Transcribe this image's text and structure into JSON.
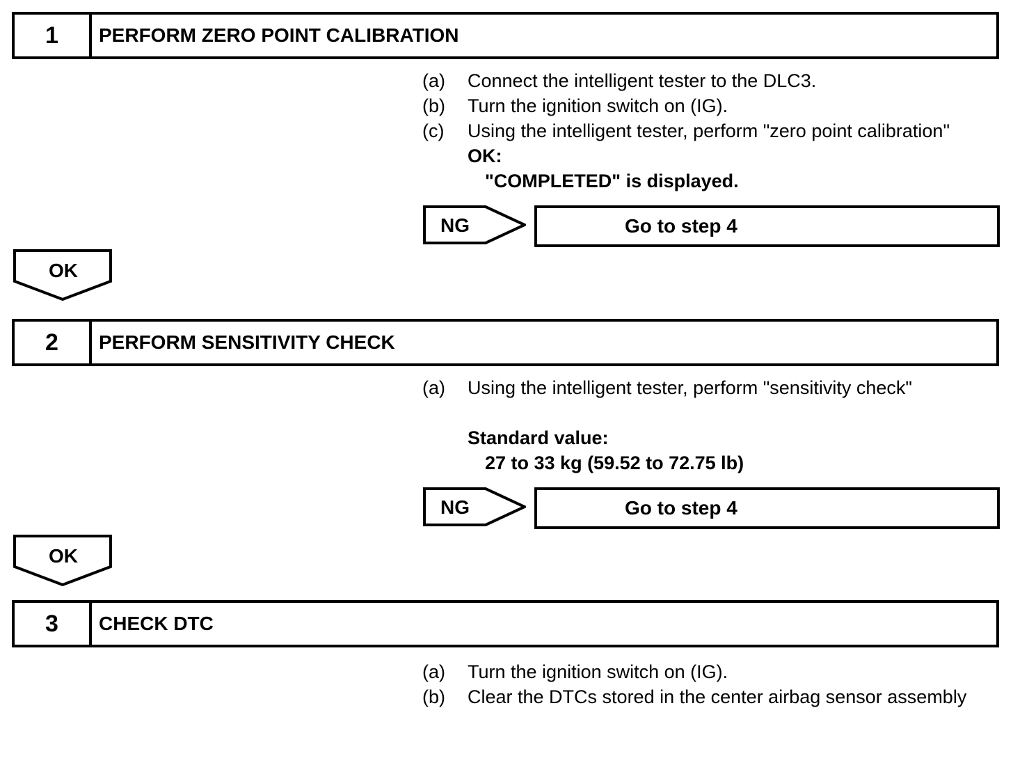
{
  "step1": {
    "number": "1",
    "title": "PERFORM ZERO POINT CALIBRATION",
    "items": [
      {
        "label": "(a)",
        "text": "Connect the intelligent tester to the DLC3."
      },
      {
        "label": "(b)",
        "text": "Turn the ignition switch on (IG)."
      },
      {
        "label": "(c)",
        "text": "Using the intelligent tester, perform \"zero point calibration\""
      }
    ],
    "ok_heading": "OK:",
    "ok_detail": "\"COMPLETED\" is displayed.",
    "ng_label": "NG",
    "ng_action": "Go to step 4",
    "ok_connector_label": "OK"
  },
  "step2": {
    "number": "2",
    "title": "PERFORM SENSITIVITY CHECK",
    "items": [
      {
        "label": "(a)",
        "text": "Using the intelligent tester, perform \"sensitivity check\""
      }
    ],
    "standard_heading": "Standard value:",
    "standard_value": "27 to 33 kg (59.52 to 72.75 lb)",
    "ng_label": "NG",
    "ng_action": "Go to step 4",
    "ok_connector_label": "OK"
  },
  "step3": {
    "number": "3",
    "title": "CHECK DTC",
    "items": [
      {
        "label": "(a)",
        "text": "Turn the ignition switch on (IG)."
      },
      {
        "label": "(b)",
        "text": "Clear the DTCs stored in the center airbag sensor assembly"
      }
    ]
  }
}
